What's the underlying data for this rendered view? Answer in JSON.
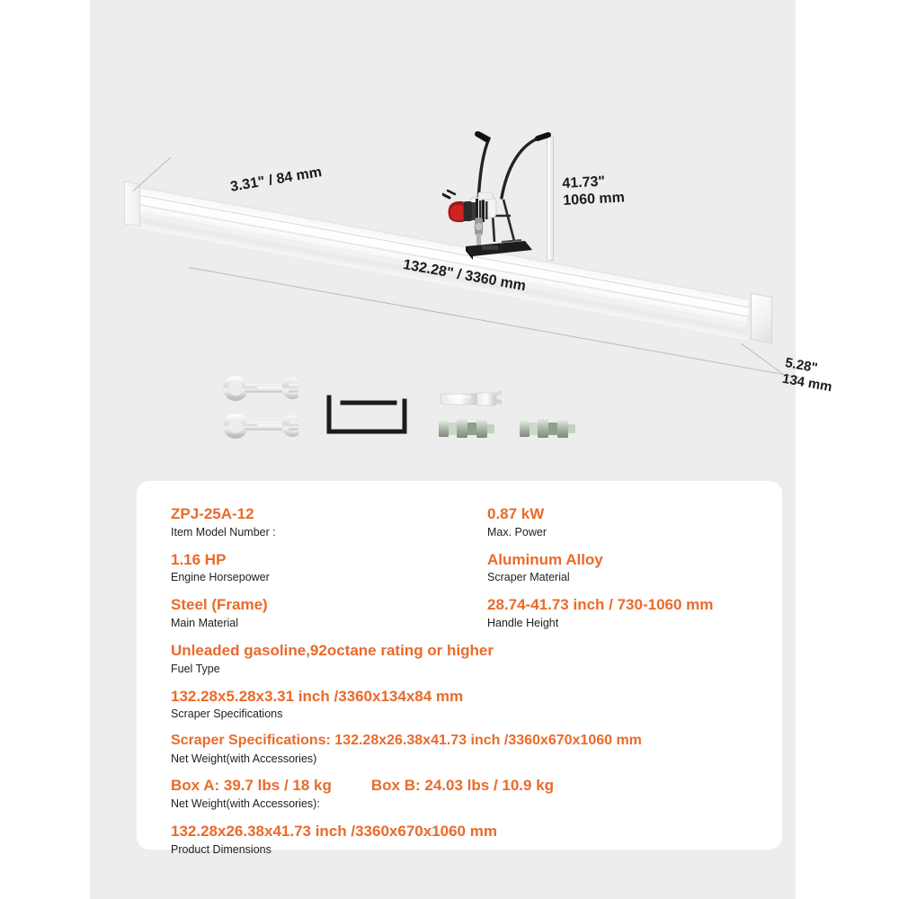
{
  "product": {
    "name": "Concrete Power Screed",
    "dimension_callouts": [
      {
        "id": "depth",
        "line1": "3.31\" / 84 mm",
        "line2": ""
      },
      {
        "id": "height",
        "line1": "41.73\"",
        "line2": "1060 mm"
      },
      {
        "id": "length",
        "line1": "132.28\" / 3360 mm",
        "line2": ""
      },
      {
        "id": "width",
        "line1": "5.28\"",
        "line2": "134 mm"
      }
    ],
    "accessories": [
      {
        "name": "combination-wrench-1"
      },
      {
        "name": "combination-wrench-2"
      },
      {
        "name": "hex-key"
      },
      {
        "name": "spark-plug-socket"
      },
      {
        "name": "bolt-assembly-1"
      },
      {
        "name": "bolt-assembly-2"
      }
    ]
  },
  "colors": {
    "accent": "#ea6a2a",
    "label": "#1f1f1f",
    "page_background": "#ffffff",
    "canvas_background": "#ededed",
    "card_background": "#ffffff"
  },
  "specs": {
    "rows": [
      {
        "left": {
          "value": "ZPJ-25A-12",
          "label": "Item Model Number :"
        },
        "right": {
          "value": "0.87 kW",
          "label": "Max. Power"
        }
      },
      {
        "left": {
          "value": "1.16 HP",
          "label": "Engine Horsepower"
        },
        "right": {
          "value": "Aluminum Alloy",
          "label": "Scraper Material"
        }
      },
      {
        "left": {
          "value": "Steel (Frame)",
          "label": "Main Material"
        },
        "right": {
          "value": "28.74-41.73 inch / 730-1060 mm",
          "label": "Handle Height"
        }
      }
    ],
    "full_rows": [
      {
        "value": "Unleaded gasoline,92octane rating or higher",
        "label": "Fuel Type"
      },
      {
        "value": "132.28x5.28x3.31 inch /3360x134x84 mm",
        "label": "Scraper Specifications"
      },
      {
        "value": "Scraper Specifications: 132.28x26.38x41.73 inch /3360x670x1060 mm",
        "label": "Net Weight(with Accessories)"
      }
    ],
    "box_row": {
      "box_a": "Box A: 39.7 lbs / 18 kg",
      "box_b": "Box B: 24.03 lbs / 10.9 kg",
      "label": "Net Weight(with Accessories):"
    },
    "final_row": {
      "value": "132.28x26.38x41.73 inch /3360x670x1060 mm",
      "label": "Product Dimensions"
    }
  }
}
